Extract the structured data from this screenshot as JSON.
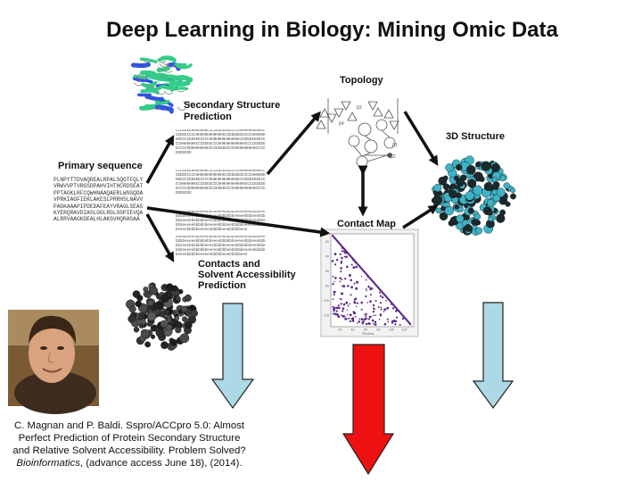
{
  "title": "Deep Learning in Biology: Mining Omic Data",
  "labels": {
    "primary_sequence": "Primary sequence",
    "secondary_structure_line1": "Secondary Structure",
    "secondary_structure_line2": "Prediction",
    "topology": "Topology",
    "structure_3d": "3D Structure",
    "contact_map": "Contact Map",
    "contacts_line1": "Contacts and",
    "contacts_line2": "Solvent Accessibility",
    "contacts_line3": "Prediction"
  },
  "sequence_text": "PLNPYTTDVAQREALRPALSQGTFQLYVRWVVPTVRGSDPAHVIHTHCRDSEATPPTAGKLRFCQWHNAAQAERLWSGQDAVPRKIAGFIEKLAKESLPRRHSLNAVVPAGKAAAPIPDEDAFEAYVRAGLSEASKYERQRAVDIASLGGLRGLSGPIEVQAALRRVAAGKGEALHLAKGVHQRASAA",
  "ss_pred_text": "CCCEEEEHHHHHHHCCCCEEEEEEECCCHHHHHHHHHHCCCEEEECCCCHHHHHHHHHHHHCCCEEEEEECCCCHHHHHHHHCCCCEEEEECCCCHHHHHHHHHHHHHCCCEEEEEEECCCCHHHHHHHCCCEEEECCCHHHHHHHHHHHHCCCCEEEEEECCCCHHHHHHHHHHCCCEEEEECCCHHHHHHHHHHCCCCEEEEEEE",
  "sa_pred_text": "eebbbbeeebbeeebebbeeeebbbbbeeeeeebbbbeeebbbbeeeeebbbbebbeeeebbbbbbeeeeebbbeeebbbbbeeeebbebbbbeeeebbbbbeeeeebbbbbbbeeebbebbbeeeeebbbbbbeeeeebbbbeebbbbbeeeeebbbbbbeeeebbbbbeeeeeebbbbbeeebbbbbeee",
  "contact_map_plot": {
    "y_ticks": [
      "20",
      "40",
      "60",
      "80",
      "100",
      "120"
    ],
    "x_ticks": [
      "20",
      "40",
      "60",
      "80",
      "100",
      "120"
    ],
    "xlabel": "Residue"
  },
  "topology_labels": [
    "β1",
    "β2",
    "β3",
    "β4"
  ],
  "citation": {
    "line1": "C. Magnan and P. Baldi. Sspro/ACCpro 5.0: Almost",
    "line2": "Perfect Prediction of Protein Secondary Structure",
    "line3": "and Relative Solvent Accessibility. Problem Solved?",
    "journal": "Bioinformatics",
    "rest": ", (advance access June 18), (2014)."
  },
  "colors": {
    "arrow_light_blue": "#add8e6",
    "arrow_red": "#ee1111",
    "contact_points": "#5b2a86",
    "ribbon_green": "#33cc88",
    "ribbon_blue": "#3355dd"
  }
}
